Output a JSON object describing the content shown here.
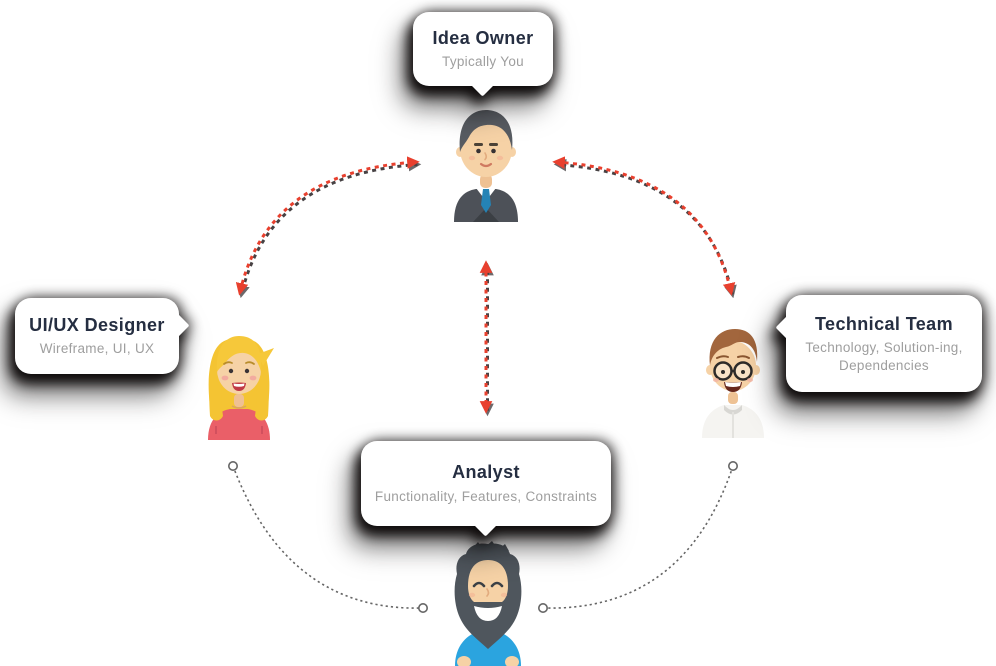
{
  "diagram": {
    "nodes": [
      {
        "id": "idea-owner",
        "title": "Idea Owner",
        "subtitle": "Typically You",
        "avatar": "businessman-avatar",
        "position": "top"
      },
      {
        "id": "uiux-designer",
        "title": "UI/UX Designer",
        "subtitle": "Wireframe, UI, UX",
        "avatar": "blonde-woman-avatar",
        "position": "left"
      },
      {
        "id": "technical-team",
        "title": "Technical Team",
        "subtitle": "Technology, Solution-ing, Dependencies",
        "avatar": "glasses-man-avatar",
        "position": "right"
      },
      {
        "id": "analyst",
        "title": "Analyst",
        "subtitle": "Functionality, Features, Constraints",
        "avatar": "bearded-man-avatar",
        "position": "bottom"
      }
    ],
    "connections": [
      {
        "from": "idea-owner",
        "to": "uiux-designer",
        "style": "red-dashed-double-arrow"
      },
      {
        "from": "idea-owner",
        "to": "technical-team",
        "style": "red-dashed-double-arrow"
      },
      {
        "from": "idea-owner",
        "to": "analyst",
        "style": "red-dashed-double-arrow"
      },
      {
        "from": "analyst",
        "to": "uiux-designer",
        "style": "gray-dotted-line"
      },
      {
        "from": "analyst",
        "to": "technical-team",
        "style": "gray-dotted-line"
      }
    ],
    "colors": {
      "arrow_red": "#e8402e",
      "dotted_gray": "#666666",
      "title_text": "#252e41",
      "subtitle_text": "#9e9e9e",
      "bubble_bg": "#ffffff"
    }
  }
}
